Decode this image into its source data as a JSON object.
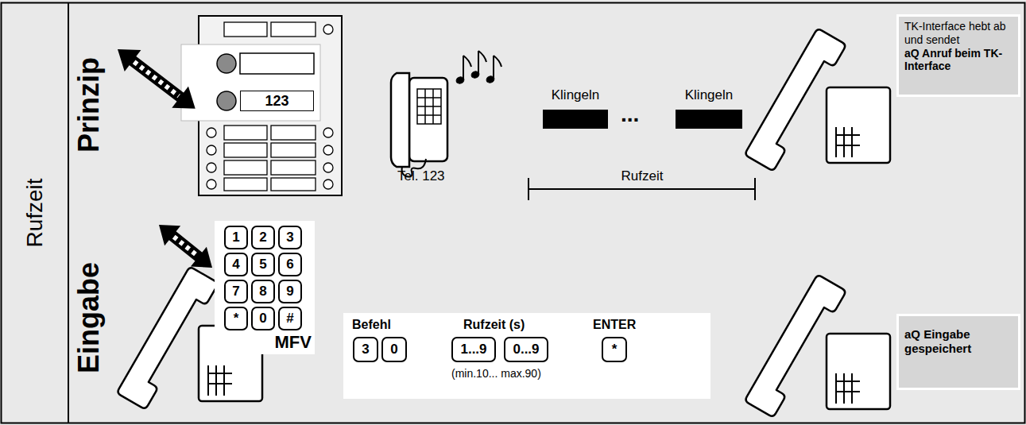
{
  "diagram": {
    "title": "Rufzeit",
    "nodes": [
      {
        "text": [
          "123"
        ]
      },
      {
        "text": [
          "Klingeln"
        ]
      },
      {
        "text": [
          "Klingeln"
        ]
      },
      {
        "text": [
          "TK-Interface hebt ab und sendet",
          "aQ Anruf beim TK-Interface"
        ]
      },
      {
        "text": [
          "MFV"
        ]
      },
      {
        "text": [
          "1"
        ],
        "in": 4
      },
      {
        "text": [
          "2"
        ],
        "in": 4
      },
      {
        "text": [
          "3"
        ],
        "in": 4
      },
      {
        "text": [
          "4"
        ],
        "in": 4
      },
      {
        "text": [
          "5"
        ],
        "in": 4
      },
      {
        "text": [
          "6"
        ],
        "in": 4
      },
      {
        "text": [
          "7"
        ],
        "in": 4
      },
      {
        "text": [
          "8"
        ],
        "in": 4
      },
      {
        "text": [
          "9"
        ],
        "in": 4
      },
      {
        "text": [
          "*"
        ],
        "in": 4
      },
      {
        "text": [
          "0"
        ],
        "in": 4
      },
      {
        "text": [
          "#"
        ],
        "in": 4
      },
      {
        "text": [
          "3"
        ]
      },
      {
        "text": [
          "0"
        ]
      },
      {
        "text": [
          "1...9"
        ]
      },
      {
        "text": [
          "0...9"
        ]
      },
      {
        "text": [
          "*"
        ]
      },
      {
        "text": [
          "aQ Eingabe gespeichert"
        ]
      }
    ],
    "labels": [
      "Prinzip",
      "Eingabe",
      "Tel. 123",
      "...",
      "Rufzeit",
      "Befehl",
      "Rufzeit (s)",
      "ENTER",
      "(min.10... max.90)"
    ]
  }
}
